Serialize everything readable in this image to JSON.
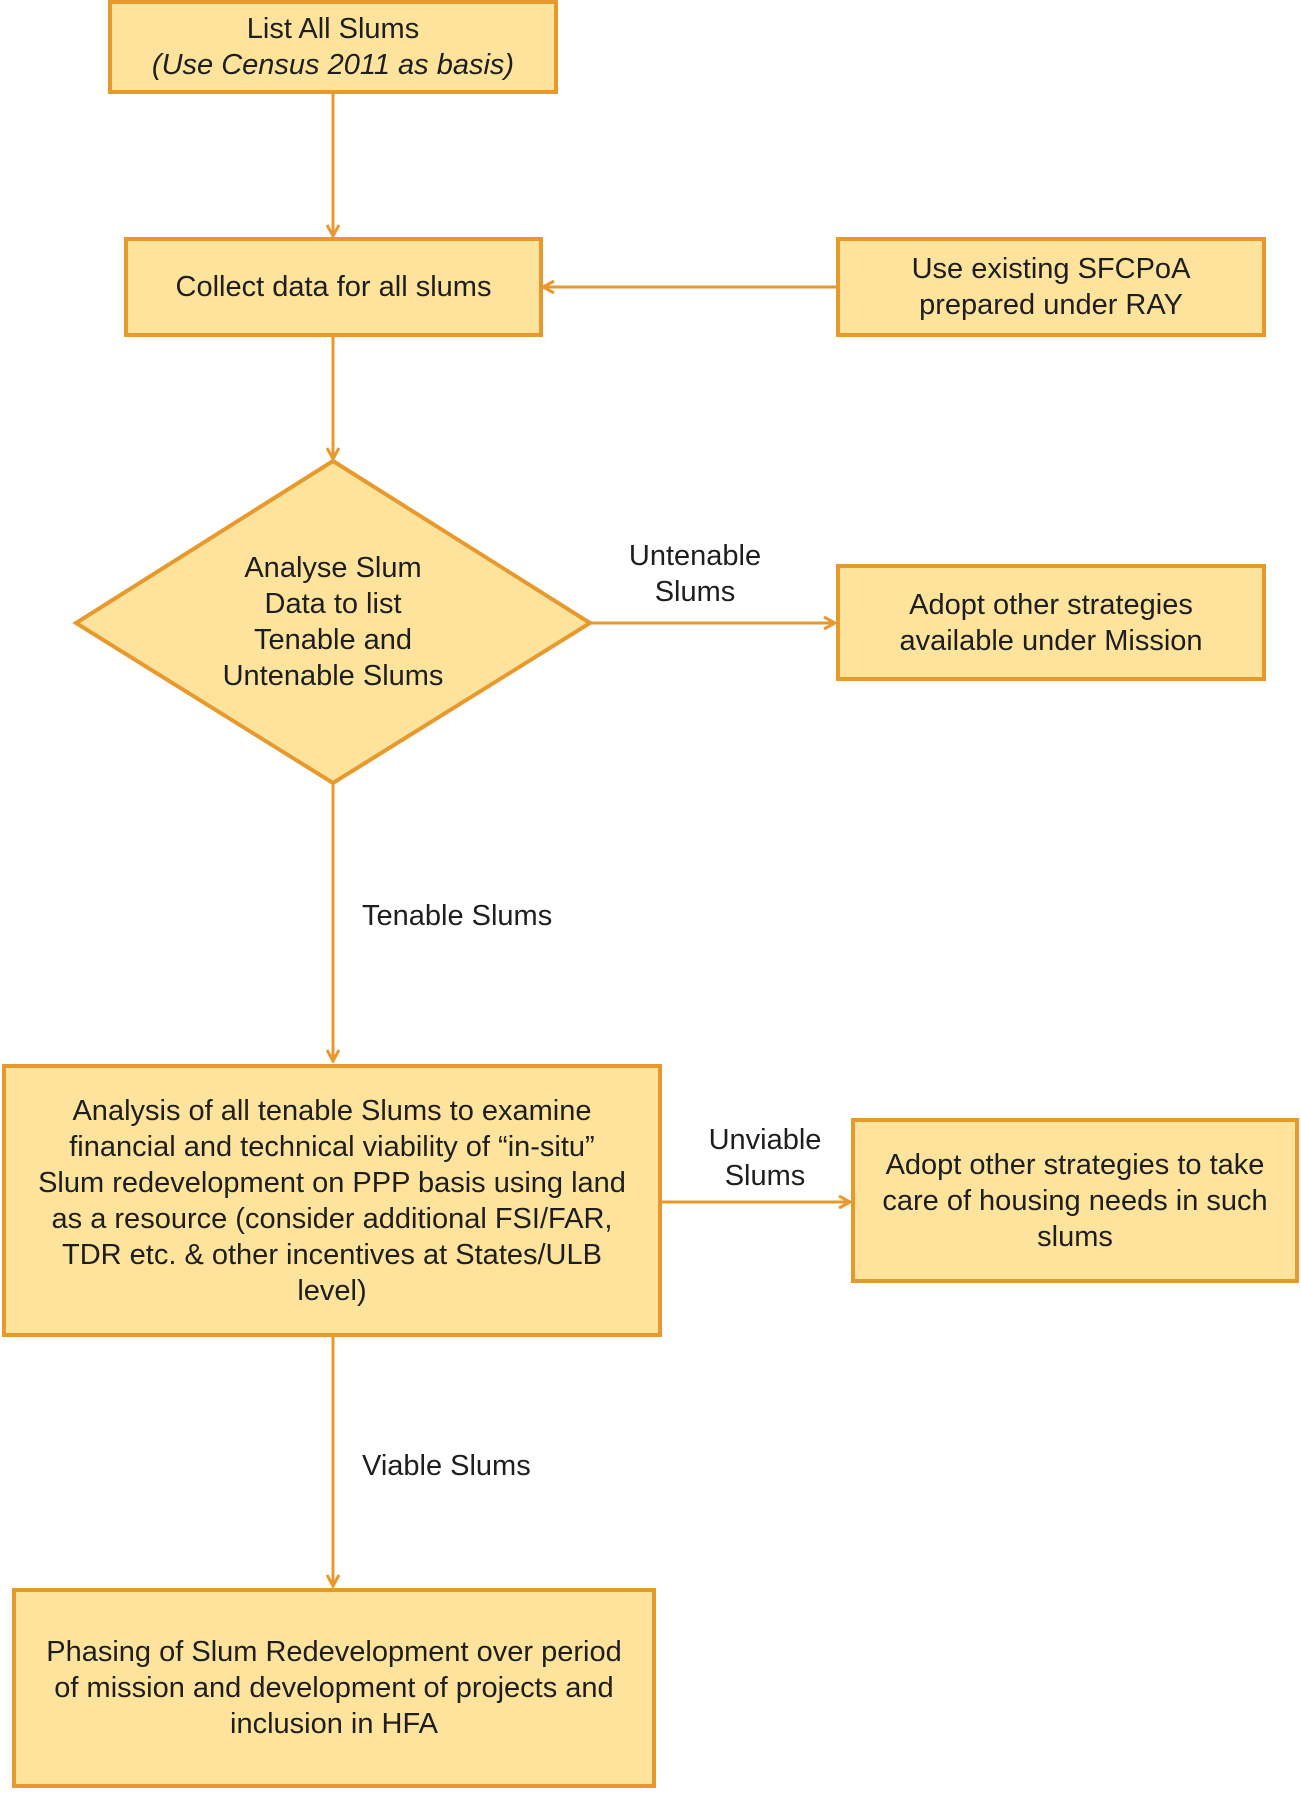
{
  "nodes": {
    "list_slums": {
      "line1": "List All Slums",
      "line2": "(Use Census 2011 as basis)"
    },
    "collect_data": {
      "text": "Collect data for all slums"
    },
    "sfcpoa": {
      "line1": "Use existing SFCPoA",
      "line2": "prepared under RAY"
    },
    "analyse": {
      "line1": "Analyse Slum",
      "line2": "Data to list",
      "line3": "Tenable and",
      "line4": "Untenable Slums"
    },
    "adopt_mission": {
      "line1": "Adopt other strategies",
      "line2": "available under Mission"
    },
    "analysis_tenable": {
      "line1": "Analysis of all tenable Slums to examine",
      "line2": "financial and technical viability of “in-situ”",
      "line3": "Slum redevelopment on PPP basis using land",
      "line4": "as a resource (consider additional FSI/FAR,",
      "line5": "TDR etc. & other incentives at States/ULB",
      "line6": "level)"
    },
    "adopt_housing": {
      "line1": "Adopt other strategies to take",
      "line2": "care of housing needs in such",
      "line3": "slums"
    },
    "phasing": {
      "line1": "Phasing of Slum Redevelopment over period",
      "line2": "of mission and development of projects and",
      "line3": "inclusion in HFA"
    }
  },
  "edge_labels": {
    "untenable": {
      "line1": "Untenable",
      "line2": "Slums"
    },
    "tenable": "Tenable Slums",
    "unviable": {
      "line1": "Unviable",
      "line2": "Slums"
    },
    "viable": "Viable Slums"
  },
  "colors": {
    "fill": "#fde39b",
    "border": "#e8992e",
    "line": "#e8992e",
    "text": "#1e1e1e"
  }
}
